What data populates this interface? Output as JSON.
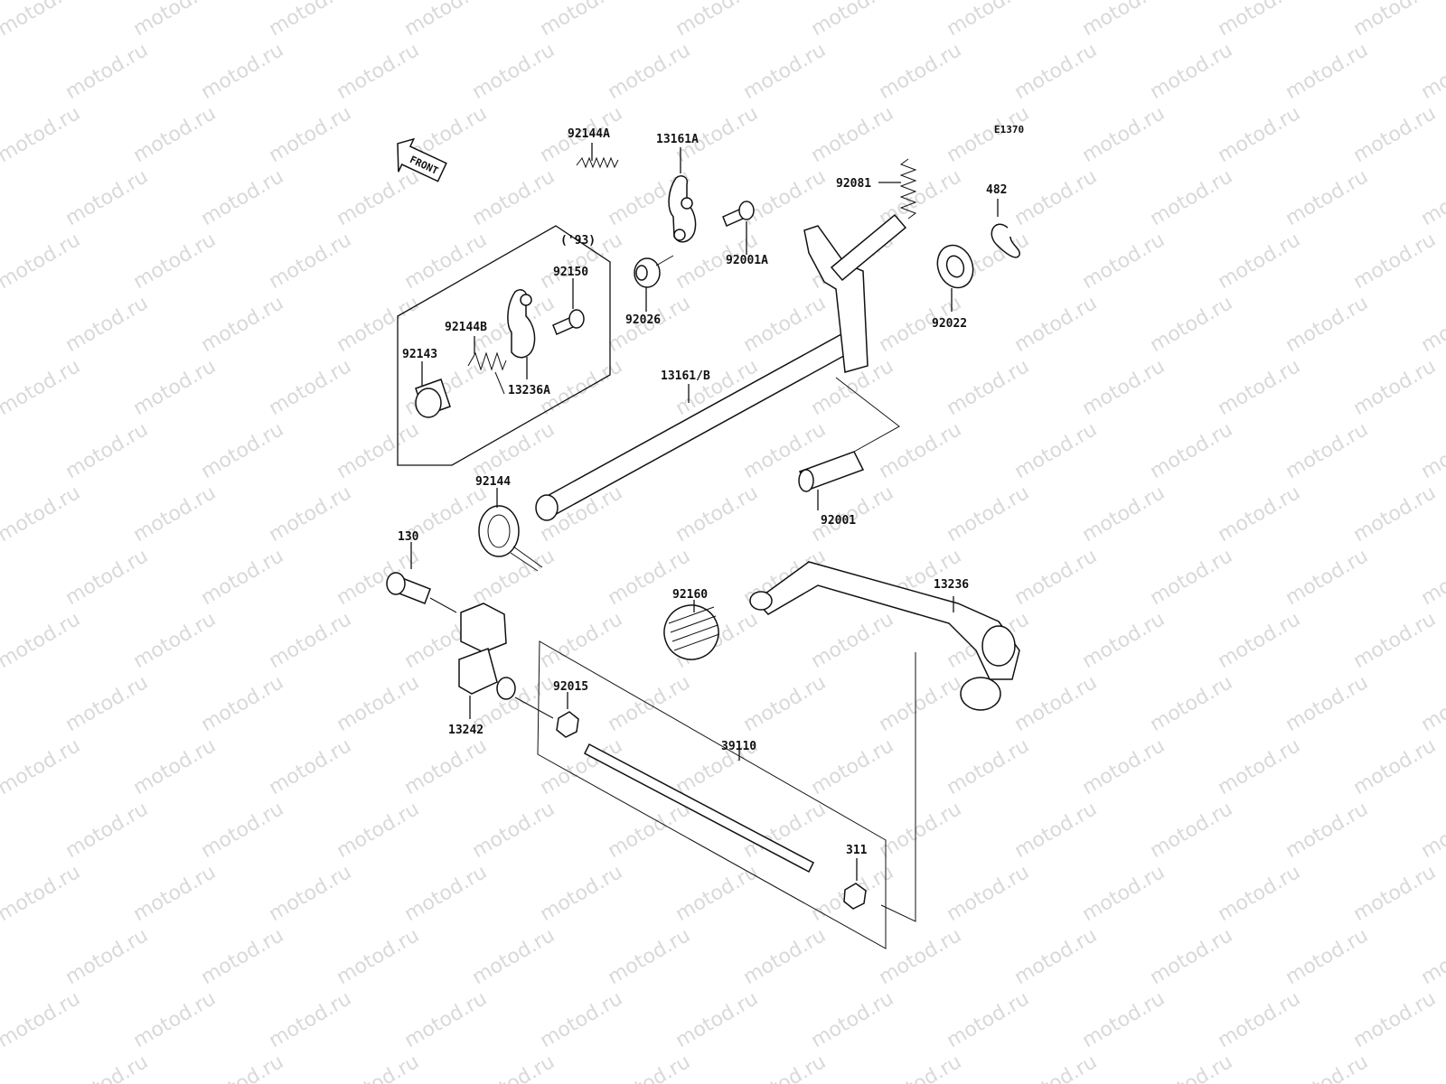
{
  "diagram": {
    "code": "E1370",
    "front_arrow": "FRONT",
    "watermark": "motod.ru",
    "inset_note": "('93)",
    "labels": {
      "p92144A": "92144A",
      "p13161A": "13161A",
      "p92081": "92081",
      "p482": "482",
      "p92001A": "92001A",
      "p92026": "92026",
      "p92022": "92022",
      "p92150": "92150",
      "p92144B": "92144B",
      "p92143": "92143",
      "p13236A": "13236A",
      "p13161B": "13161/B",
      "p92144": "92144",
      "p92001": "92001",
      "p130": "130",
      "p92160": "92160",
      "p13236": "13236",
      "p92015": "92015",
      "p13242": "13242",
      "p39110": "39110",
      "p311": "311"
    }
  }
}
